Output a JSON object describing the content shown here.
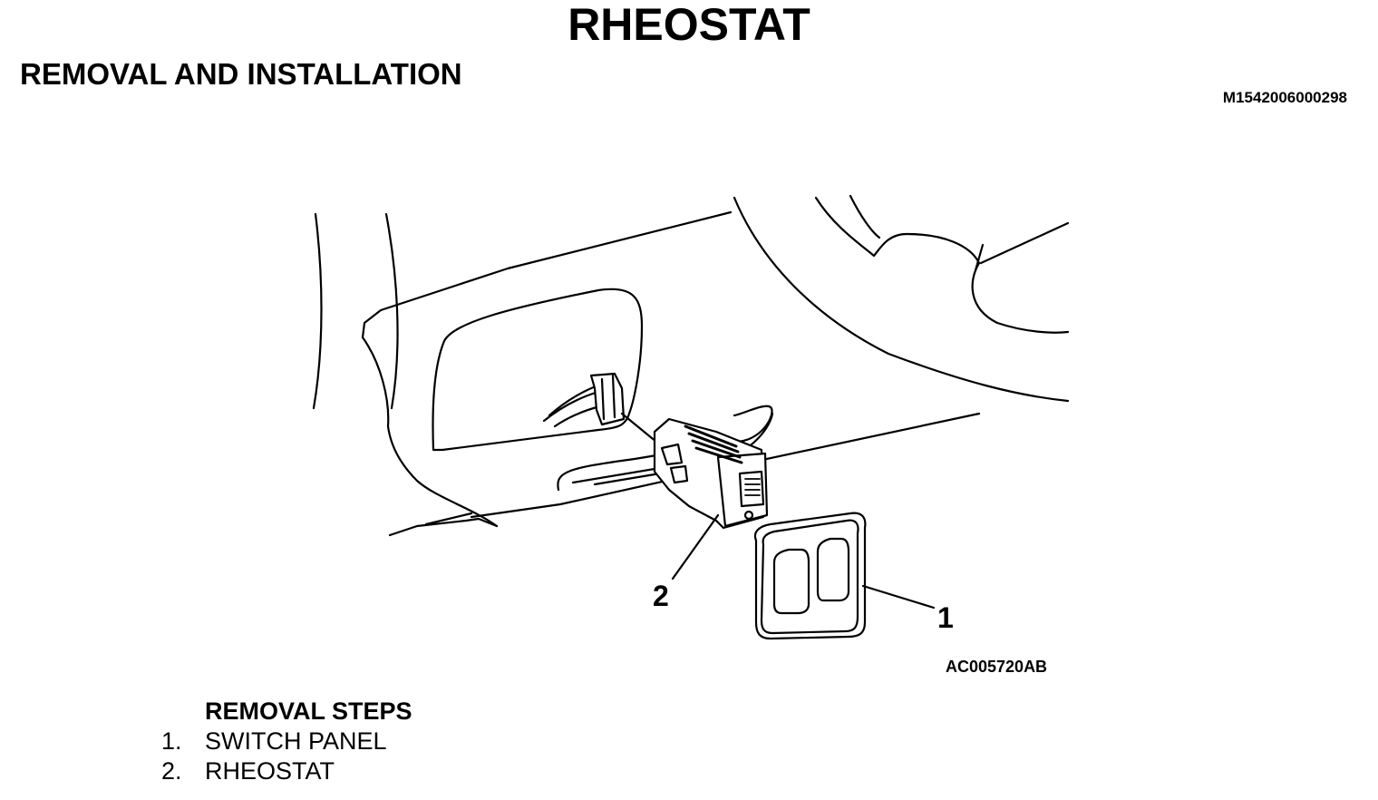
{
  "document": {
    "title": "RHEOSTAT",
    "subtitle": "REMOVAL AND INSTALLATION",
    "doc_id": "M1542006000298"
  },
  "figure": {
    "figure_id": "AC005720AB",
    "callouts": [
      {
        "label": "2"
      },
      {
        "label": "1"
      }
    ]
  },
  "steps": {
    "heading": "REMOVAL STEPS",
    "items": [
      {
        "num": "1.",
        "text": "SWITCH PANEL"
      },
      {
        "num": "2.",
        "text": "RHEOSTAT"
      }
    ]
  }
}
